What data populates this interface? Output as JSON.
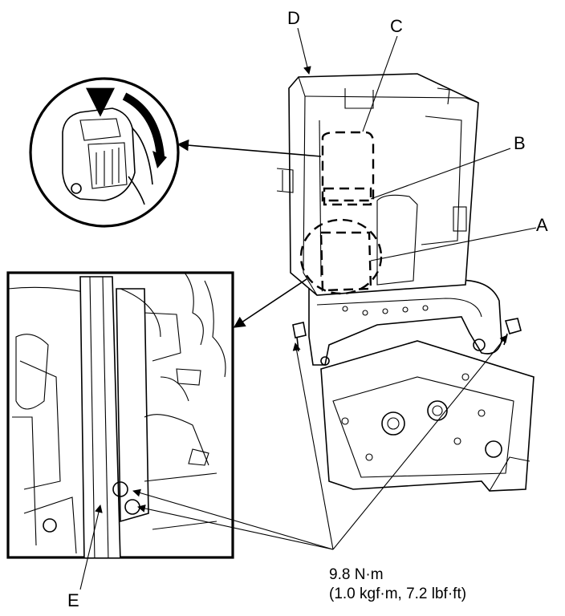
{
  "callouts": {
    "a": "A",
    "b": "B",
    "c": "C",
    "d": "D",
    "e": "E"
  },
  "torque": {
    "line1": "9.8 N·m",
    "line2": "(1.0 kgf·m, 7.2 lbf·ft)"
  }
}
